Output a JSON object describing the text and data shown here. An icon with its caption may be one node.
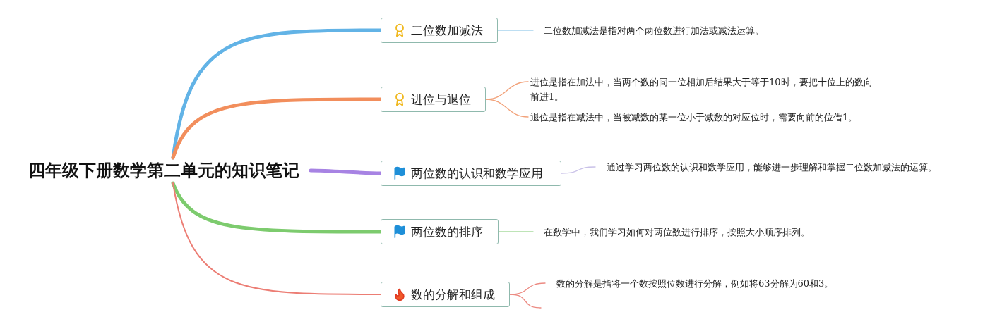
{
  "diagram": {
    "nodes": [
      {
        "text": [
          "四年级下册数学第二单元的知识笔记"
        ]
      },
      {
        "text": [
          "二位数加减法"
        ]
      },
      {
        "text": [
          "进位与退位"
        ]
      },
      {
        "text": [
          "两位数的认识和数学应用"
        ]
      },
      {
        "text": [
          "两位数的排序"
        ]
      },
      {
        "text": [
          "数的分解和组成"
        ]
      },
      {
        "text": [
          "二位数加减法是指对两个两位数进行加法或减法运算。"
        ]
      },
      {
        "text": [
          "进位是指在加法中，当两个数的同一位相加后结果大于等于10时，要把十位上的数向前进1。"
        ]
      },
      {
        "text": [
          "退位是指在减法中，当被减数的某一位小于减数的对应位时，需要向前的位借1。"
        ]
      },
      {
        "text": [
          "通过学习两位数的认识和数学应用，能够进一步理解和掌握二位数加减法的运算。"
        ]
      },
      {
        "text": [
          "在数学中，我们学习如何对两位数进行排序，按照大小顺序排列。"
        ]
      },
      {
        "text": [
          "数的分解是指将一个数按照位数进行分解，例如将63分解为60和3。"
        ]
      }
    ],
    "edges": [
      {
        "from": 0,
        "to": 1,
        "arrow": "none",
        "style": "thick",
        "color": "#62b3e6"
      },
      {
        "from": 0,
        "to": 2,
        "arrow": "none",
        "style": "thick",
        "color": "#f28e5c"
      },
      {
        "from": 0,
        "to": 3,
        "arrow": "none",
        "style": "thick",
        "color": "#a783e3"
      },
      {
        "from": 0,
        "to": 4,
        "arrow": "none",
        "style": "thick",
        "color": "#7dcb6e"
      },
      {
        "from": 0,
        "to": 5,
        "arrow": "none",
        "color": "#ec7d74"
      },
      {
        "from": 1,
        "to": 6,
        "arrow": "none",
        "color": "#a8d4ee"
      },
      {
        "from": 2,
        "to": 7,
        "arrow": "none",
        "color": "#f2a27a"
      },
      {
        "from": 2,
        "to": 8,
        "arrow": "none",
        "color": "#f2a27a"
      },
      {
        "from": 3,
        "to": 9,
        "arrow": "none",
        "color": "#c9c1e8"
      },
      {
        "from": 4,
        "to": 10,
        "arrow": "none",
        "color": "#a9dca0"
      },
      {
        "from": 5,
        "to": 11,
        "arrow": "none",
        "color": "#ec8a82"
      },
      {
        "from": 5,
        "to": null,
        "arrow": "none",
        "color": "#ec8a82"
      }
    ]
  }
}
